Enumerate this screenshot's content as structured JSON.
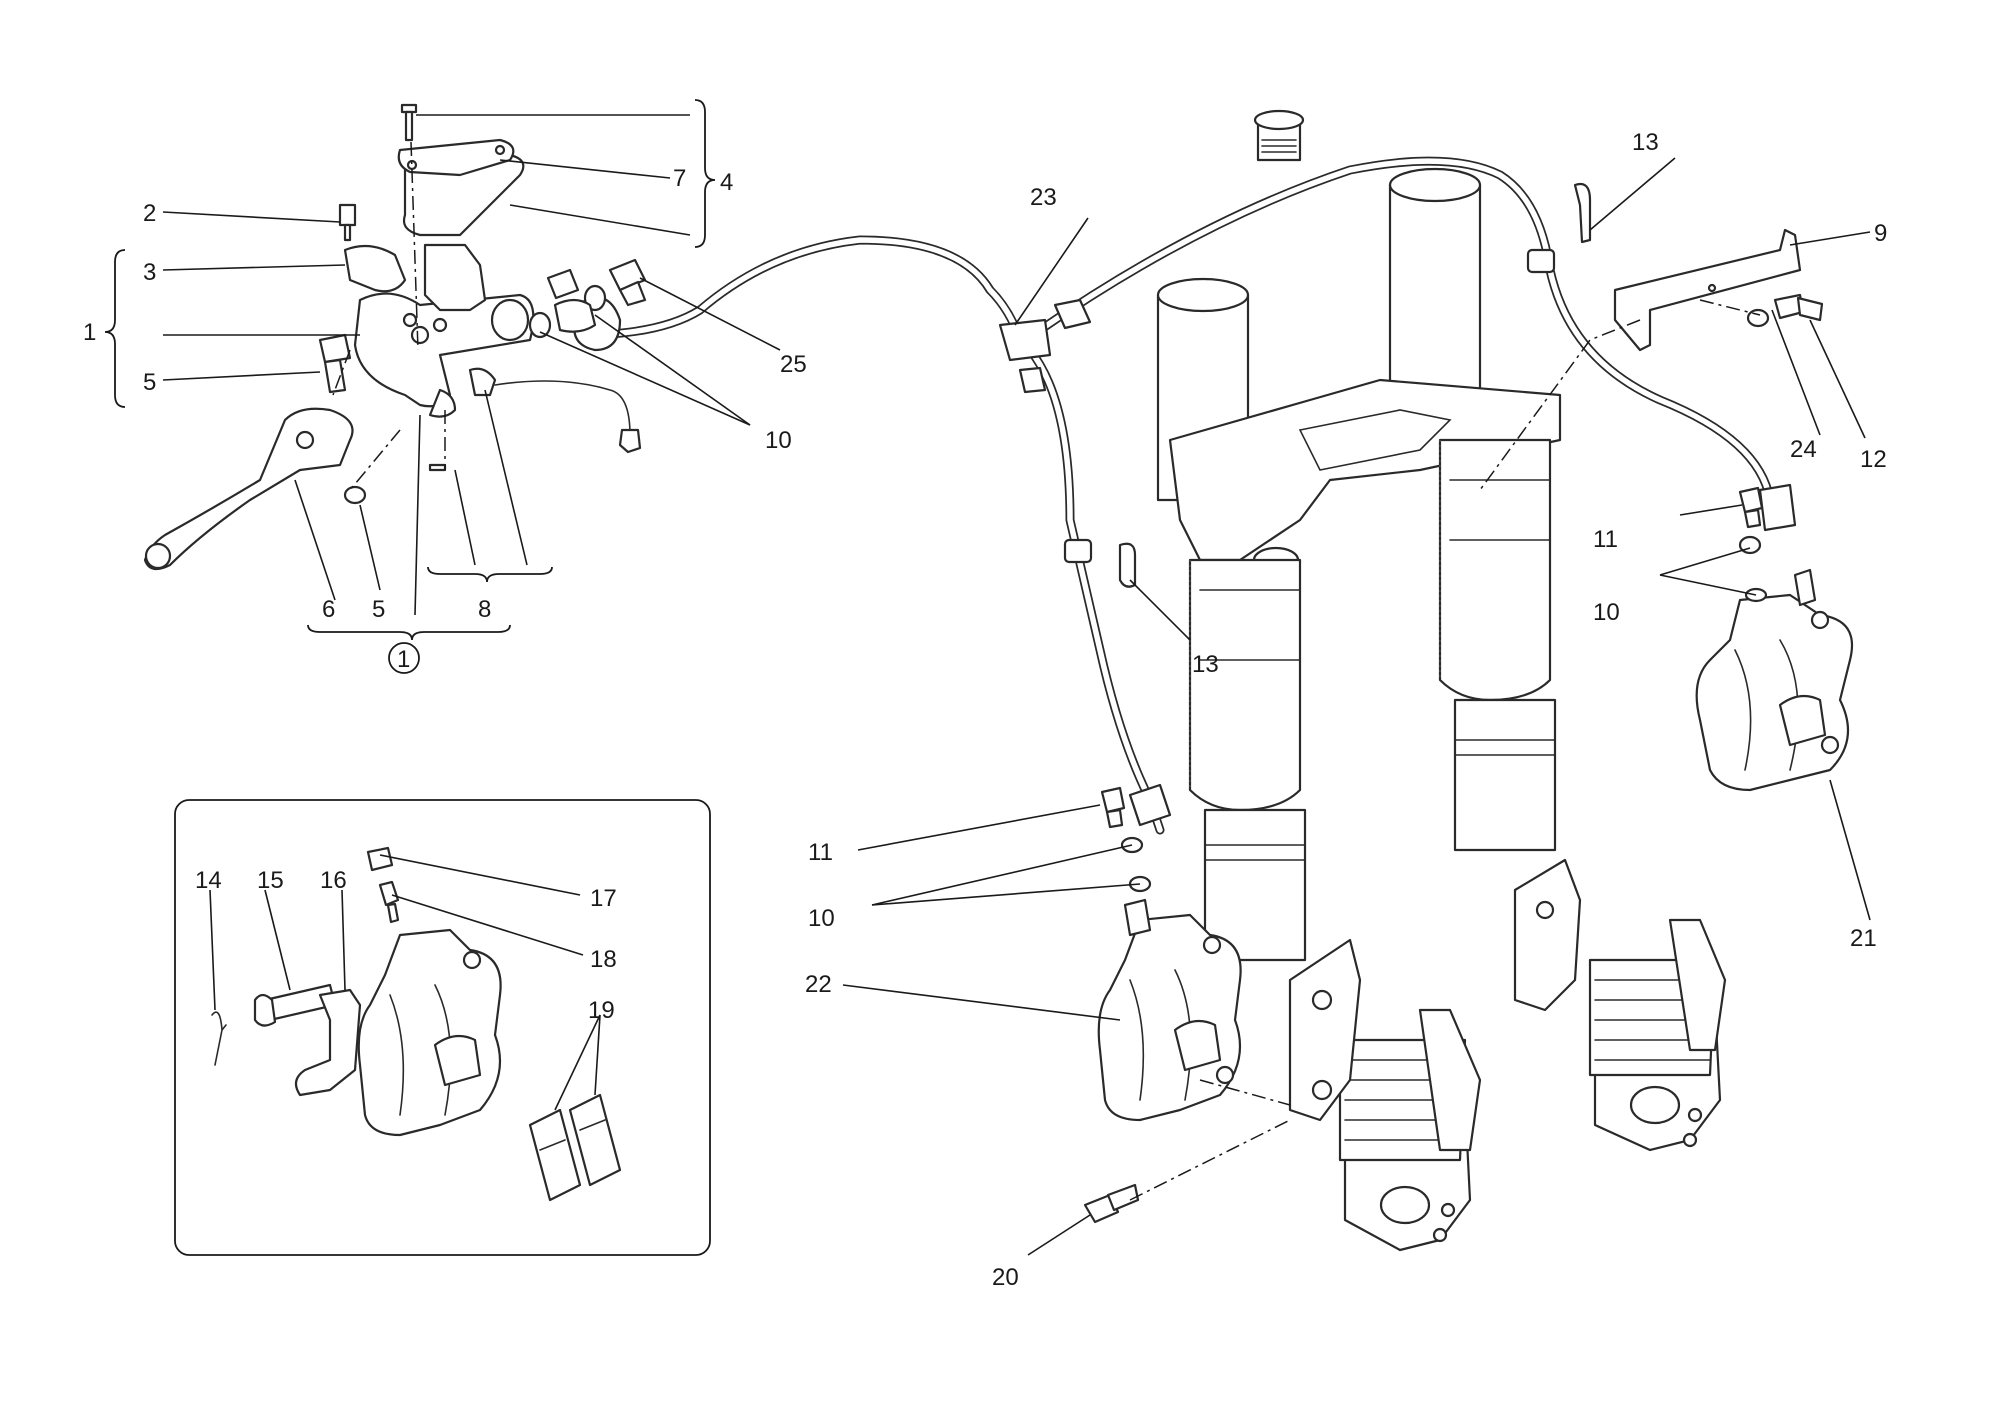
{
  "labels": {
    "l1": "1",
    "l2": "2",
    "l3": "3",
    "l4": "4",
    "l5a": "5",
    "l5b": "5",
    "l6": "6",
    "l7": "7",
    "l8": "8",
    "l9": "9",
    "l10a": "10",
    "l10b": "10",
    "l10c": "10",
    "l11a": "11",
    "l11b": "11",
    "l12": "12",
    "l13a": "13",
    "l13b": "13",
    "l14": "14",
    "l15": "15",
    "l16": "16",
    "l17": "17",
    "l18": "18",
    "l19": "19",
    "l20": "20",
    "l21": "21",
    "l22": "22",
    "l23": "23",
    "l24": "24",
    "l25": "25",
    "circled1": "1"
  }
}
